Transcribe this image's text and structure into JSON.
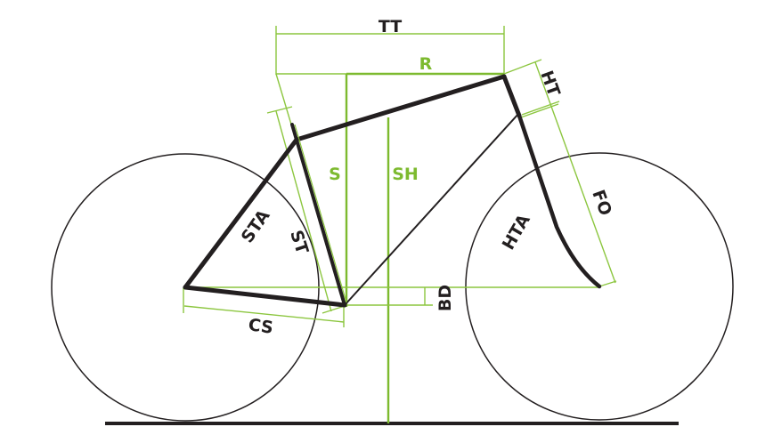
{
  "title": "Bike geometry diagram",
  "colors": {
    "frame": "#231f20",
    "dimension": "#8cc63f",
    "dimension_label": "#7dba2f"
  },
  "labels": {
    "tt": "TT",
    "r": "R",
    "ht": "HT",
    "s": "S",
    "sh": "SH",
    "sta": "STA",
    "st": "ST",
    "hta": "HTA",
    "fo": "FO",
    "bd": "BD",
    "cs": "CS"
  }
}
